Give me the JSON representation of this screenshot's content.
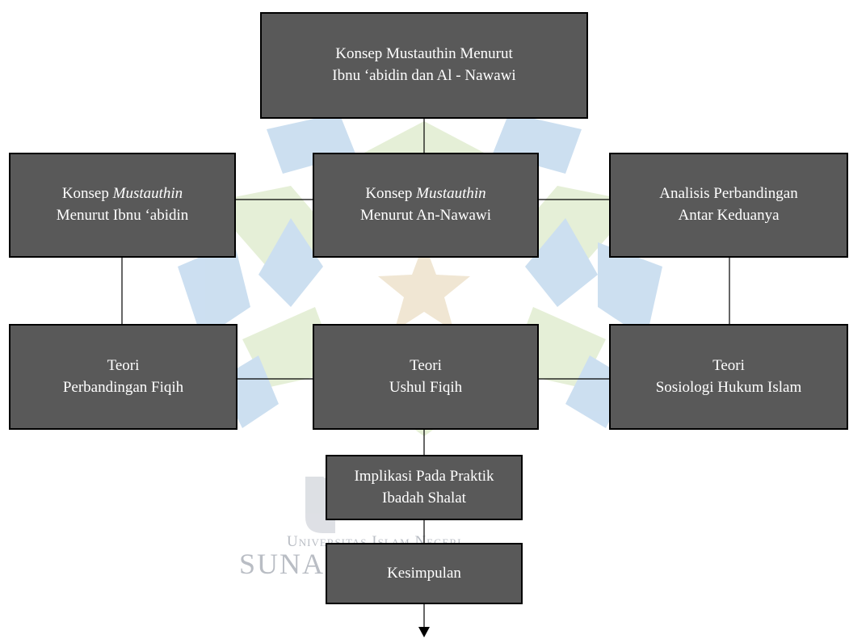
{
  "watermark": {
    "line1": "Universitas Islam Negeri",
    "line2": "SUNAN"
  },
  "nodes": {
    "top": {
      "line1": "Konsep Mustauthin Menurut",
      "line2": "Ibnu ‘abidin dan Al - Nawawi"
    },
    "ibnu": {
      "prefix": "Konsep ",
      "italic": "Mustauthin",
      "line2": "Menurut Ibnu ‘abidin"
    },
    "nawawi": {
      "prefix": "Konsep ",
      "italic": "Mustauthin",
      "line2": "Menurut An-Nawawi"
    },
    "analisis": {
      "line1": "Analisis Perbandingan",
      "line2": "Antar Keduanya"
    },
    "perbandingan": {
      "line1": "Teori",
      "line2": "Perbandingan Fiqih"
    },
    "ushul": {
      "line1": "Teori",
      "line2": "Ushul Fiqih"
    },
    "sosiologi": {
      "line1": "Teori",
      "line2": "Sosiologi Hukum Islam"
    },
    "implikasi": {
      "line1": "Implikasi Pada Praktik",
      "line2": "Ibadah Shalat"
    },
    "kesimpulan": {
      "line1": "Kesimpulan"
    }
  },
  "colors": {
    "box_fill": "#595959",
    "box_border": "#000000",
    "box_text": "#ffffff",
    "connector": "#000000",
    "watermark_blue": "#c7dcef",
    "watermark_green": "#e3eed3",
    "watermark_star": "#efe4cf"
  }
}
